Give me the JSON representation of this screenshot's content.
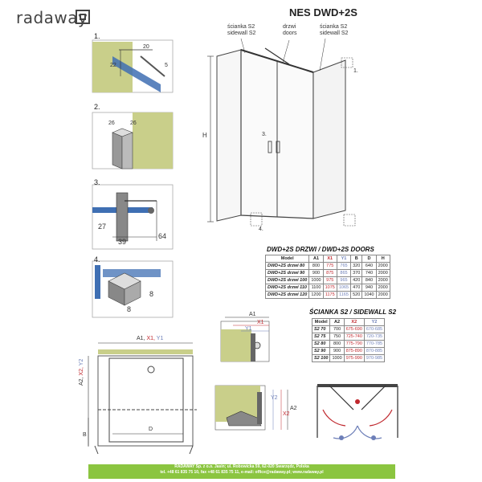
{
  "header": {
    "brand": "radaway",
    "model": "NES DWD+2S"
  },
  "steps": [
    "1.",
    "2.",
    "3.",
    "4."
  ],
  "step_dims": {
    "s1": {
      "a": "20",
      "b": "22",
      "c": "5"
    },
    "s2": {
      "a": "26",
      "b": "26"
    },
    "s3": {
      "a": "27",
      "b": "39",
      "c": "64"
    },
    "s4": {
      "a": "8",
      "b": "8"
    }
  },
  "main_labels": {
    "sidewall_left_pl": "ścianka S2",
    "sidewall_left_en": "sidewall S2",
    "doors_pl": "drzwi",
    "doors_en": "doors",
    "sidewall_right_pl": "ścianka S2",
    "sidewall_right_en": "sidewall S2",
    "height": "H",
    "callout_1": "1.",
    "callout_3": "3.",
    "callout_4": "4."
  },
  "doors_table": {
    "title": "DWD+2S DRZWI / DWD+2S DOORS",
    "headers": [
      "Model",
      "A1",
      "X1",
      "Y1",
      "B",
      "D",
      "H"
    ],
    "rows": [
      [
        "DWD+2S drzwi 80",
        "800",
        "775",
        "765",
        "320",
        "640",
        "2000"
      ],
      [
        "DWD+2S drzwi 90",
        "900",
        "875",
        "865",
        "370",
        "740",
        "2000"
      ],
      [
        "DWD+2S drzwi 100",
        "1000",
        "975",
        "965",
        "420",
        "840",
        "2000"
      ],
      [
        "DWD+2S drzwi 110",
        "1100",
        "1075",
        "1065",
        "470",
        "940",
        "2000"
      ],
      [
        "DWD+2S drzwi 120",
        "1200",
        "1175",
        "1165",
        "520",
        "1040",
        "2000"
      ]
    ]
  },
  "sidewall_table": {
    "title": "ŚCIANKA S2 / SIDEWALL S2",
    "headers": [
      "Model",
      "A2",
      "X2",
      "Y2"
    ],
    "rows": [
      [
        "S2 70",
        "700",
        "675-690",
        "670-685"
      ],
      [
        "S2 75",
        "750",
        "725-740",
        "720-735"
      ],
      [
        "S2 80",
        "800",
        "775-790",
        "770-785"
      ],
      [
        "S2 90",
        "900",
        "875-890",
        "870-885"
      ],
      [
        "S2 100",
        "1000",
        "975-990",
        "970-985"
      ]
    ]
  },
  "plan_labels": {
    "top_a1": "A1,",
    "top_x1": " X1,",
    "top_y1": " Y1",
    "side_a2": "A2,",
    "side_x2": " X2,",
    "side_y2": " Y2",
    "b": "B",
    "d": "D"
  },
  "detail_labels": {
    "a1": "A1",
    "x1": "X1",
    "y1": "Y1",
    "a2": "A2",
    "x2": "X2",
    "y2": "Y2"
  },
  "footer": {
    "line1": "RADAWAY Sp. z o.o. Jasin; ul. Robowicka 59, 62-020 Swarzędz, Polska",
    "line2": "tel. +48 61 835 75 10, fax +48 61 835 75 11, e-mail: office@radaway.pl; www.radaway.pl"
  },
  "colors": {
    "red": "#c0282e",
    "blue": "#6d7fb8",
    "glass": "#3f6fb3",
    "wall": "#c9cf8a",
    "footer": "#8bc540"
  }
}
